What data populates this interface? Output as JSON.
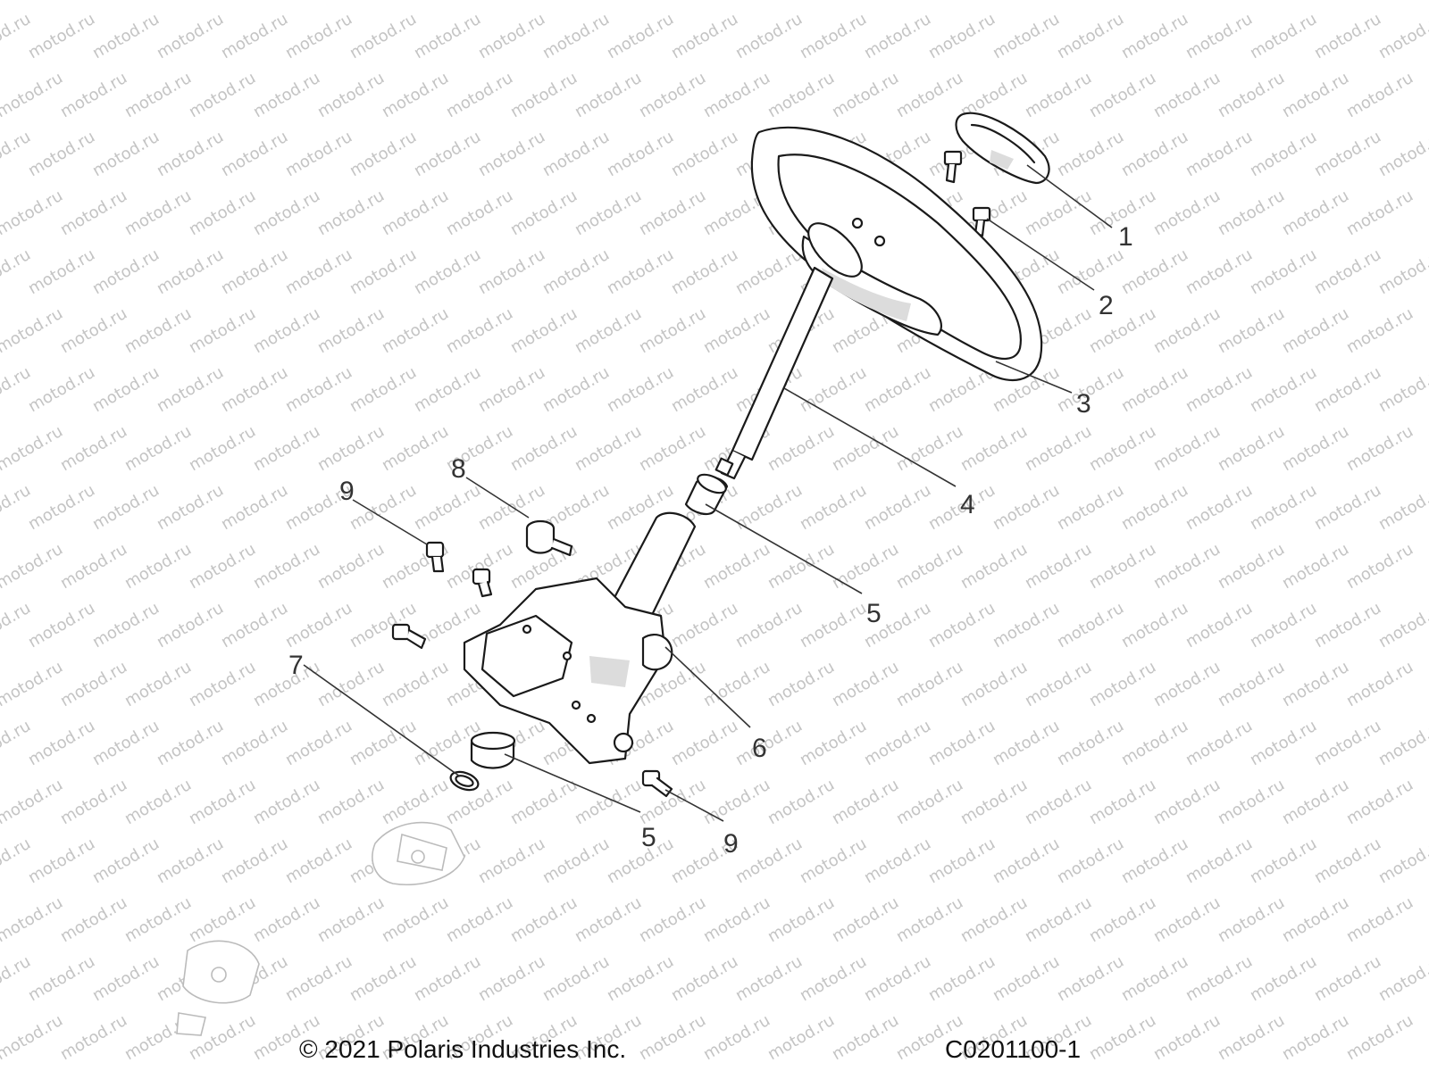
{
  "watermark": {
    "text": "motod.ru",
    "color": "#c4c4c4"
  },
  "callouts": [
    {
      "id": "c1",
      "label": "1",
      "part": "steering-wheel-cap"
    },
    {
      "id": "c2",
      "label": "2",
      "part": "cap-screw"
    },
    {
      "id": "c3",
      "label": "3",
      "part": "steering-wheel"
    },
    {
      "id": "c4",
      "label": "4",
      "part": "steering-shaft"
    },
    {
      "id": "c5a",
      "label": "5",
      "part": "upper-bushing"
    },
    {
      "id": "c6",
      "label": "6",
      "part": "steering-column-bracket"
    },
    {
      "id": "c5b",
      "label": "5",
      "part": "lower-bushing"
    },
    {
      "id": "c7",
      "label": "7",
      "part": "retaining-ring"
    },
    {
      "id": "c8",
      "label": "8",
      "part": "pivot-stud"
    },
    {
      "id": "c9a",
      "label": "9",
      "part": "flange-bolt"
    },
    {
      "id": "c9b",
      "label": "9",
      "part": "flange-bolt"
    }
  ],
  "footer": {
    "copyright": "© 2021 Polaris Industries Inc.",
    "drawing_id": "C0201100-1"
  }
}
